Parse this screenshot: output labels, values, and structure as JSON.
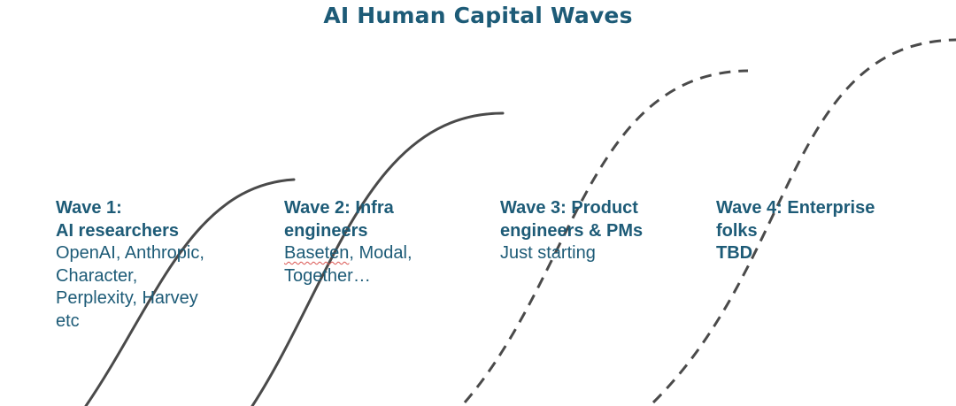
{
  "title": "AI Human Capital Waves",
  "colors": {
    "text": "#1d5b77",
    "curve": "#4a4a4a",
    "spellcheck": "#d9534f"
  },
  "waves": [
    {
      "heading_1": "Wave 1:",
      "heading_2": "AI researchers",
      "body": [
        "OpenAI, Anthropic,",
        "Character,",
        "Perplexity, Harvey",
        "etc"
      ],
      "curve_style": "solid"
    },
    {
      "heading_1": "Wave 2: Infra",
      "heading_2": "engineers",
      "body_first_word": "Baseten",
      "body_first_rest": ", Modal,",
      "body": [
        "Together…"
      ],
      "curve_style": "solid"
    },
    {
      "heading_1": "Wave 3: Product",
      "heading_2": "engineers & PMs",
      "body": [
        "Just starting"
      ],
      "curve_style": "dashed"
    },
    {
      "heading_1": "Wave 4: Enterprise",
      "heading_2": "folks",
      "heading_3": "TBD",
      "curve_style": "dashed"
    }
  ]
}
